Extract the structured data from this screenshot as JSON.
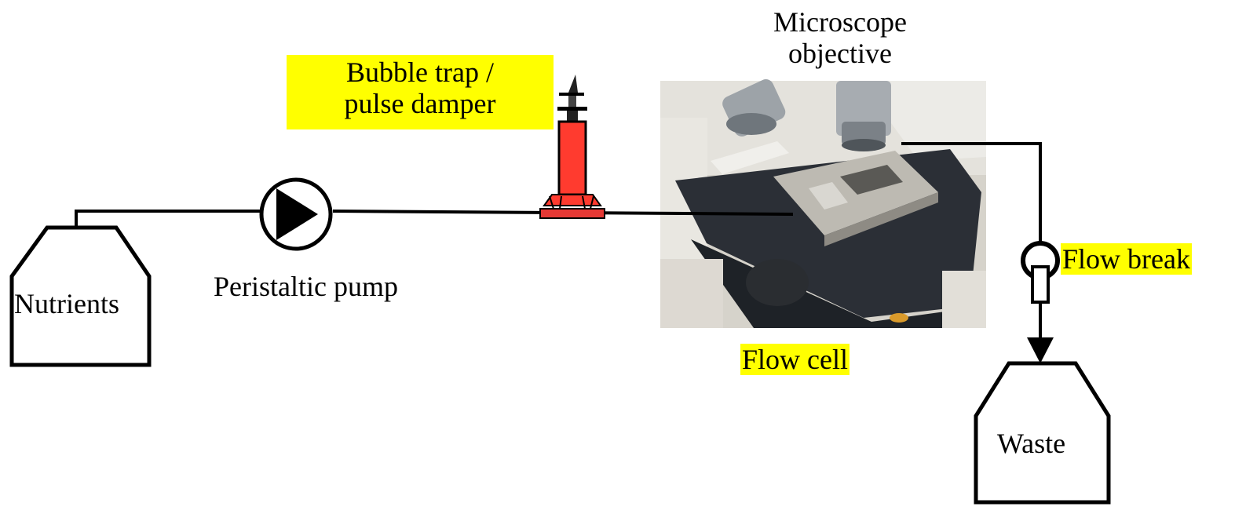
{
  "labels": {
    "nutrients": "Nutrients",
    "pump": "Peristaltic pump",
    "bubble_trap_line1": "Bubble trap /",
    "bubble_trap_line2": "pulse damper",
    "objective_line1": "Microscope",
    "objective_line2": "objective",
    "flow_cell": "Flow cell",
    "flow_break": "Flow break",
    "waste": "Waste"
  },
  "colors": {
    "line": "#000000",
    "highlight": "#ffff00",
    "bubble_trap_body": "#ff3b2f",
    "bubble_trap_base": "#e53935",
    "photo_background": "#c9c6bd",
    "stage_plate": "#2b2f36",
    "flow_cell": "#b9b6ae"
  },
  "icons": {
    "pump": "pump-triangle-icon",
    "bubble_trap": "bubble-trap-icon",
    "flow_break": "flow-break-icon",
    "arrow": "arrow-down-icon"
  }
}
